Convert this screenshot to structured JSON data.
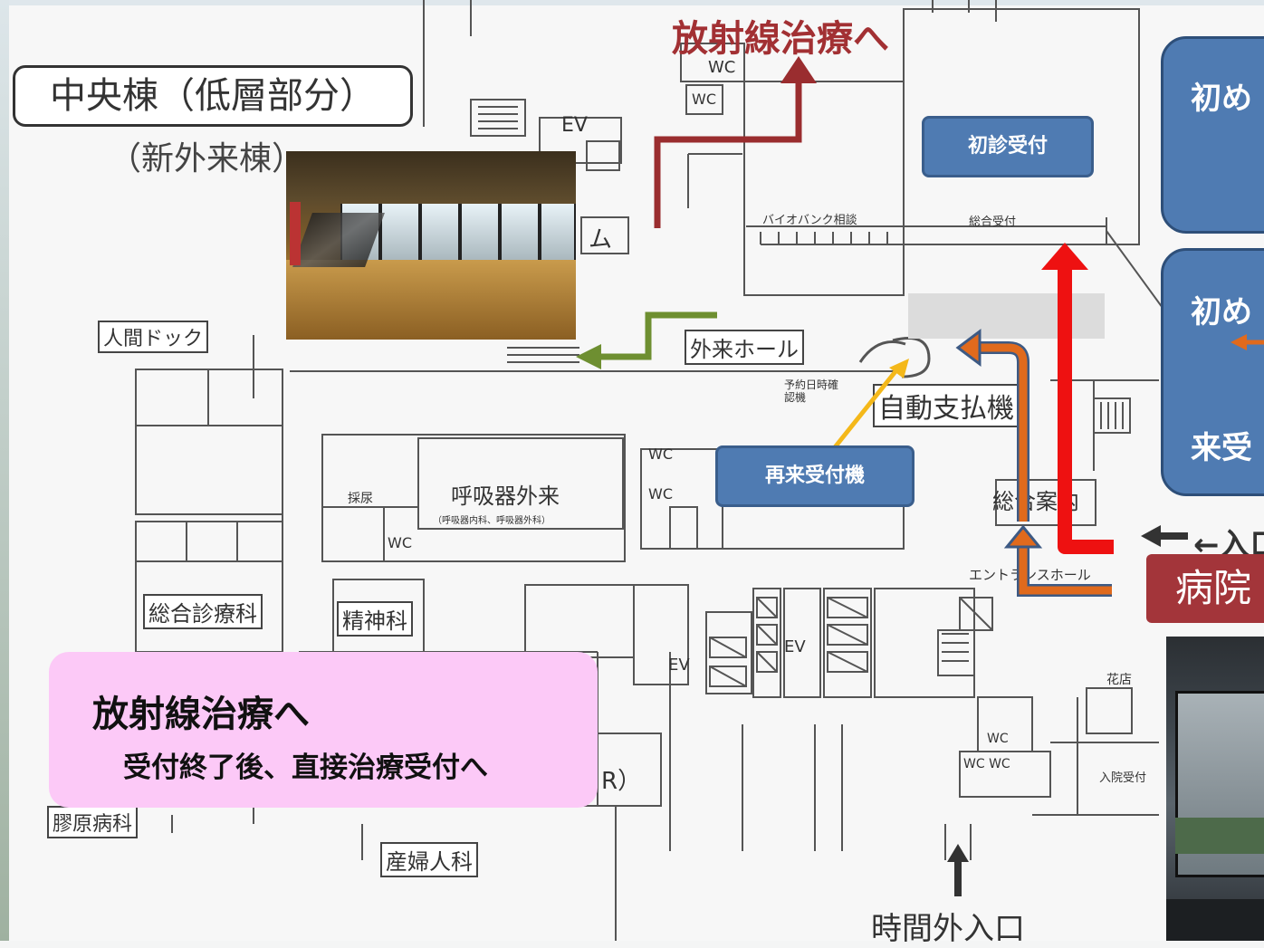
{
  "title": "中央棟（低層部分）",
  "subtitle": "（新外来棟）",
  "top_destination": "放射線治療へ",
  "callouts": {
    "first_visit_reception": "初診受付",
    "revisit_machine": "再来受付機"
  },
  "side_panels": {
    "panel1_text": "初め",
    "panel2_text": "初め",
    "panel2_bottom": "来受"
  },
  "entrance": {
    "arrow_label": "←入口",
    "hospital_label": "病院"
  },
  "note": {
    "title": "放射線治療へ",
    "body": "受付終了後、直接治療受付へ"
  },
  "night_entrance": "時間外入口",
  "floor_labels": {
    "wc1": "WC",
    "wc2": "WC",
    "ev_top": "EV",
    "room_m": "ム",
    "biobank": "バイオバンク相談",
    "general_reception": "総合受付",
    "dock": "人間ドック",
    "outpatient_hall": "外来ホール",
    "reservation_machine": "予約日時確認機",
    "auto_payment": "自動支払機",
    "respiratory": "呼吸器外来",
    "respiratory_sub": "（呼吸器内科、呼吸器外科）",
    "urine": "採尿",
    "wc3": "WC",
    "wc4": "WC",
    "wc5": "WC",
    "general_info": "総合案内",
    "entrance_hall": "エントランスホール",
    "general_medicine": "総合診療科",
    "psychiatry": "精神科",
    "ev_mid1": "EV",
    "ev_mid2": "EV",
    "flower_shop": "花店",
    "wc6": "WC",
    "wc7": "WC WC",
    "admission": "入院受付",
    "collagen": "膠原病科",
    "obgyn": "産婦人科",
    "r_label": "R）"
  },
  "colors": {
    "route_red": "#ee1111",
    "route_orange": "#e06a1d",
    "route_maroon": "#9a2d2f",
    "route_green": "#6e8f31",
    "route_yellow": "#f4b81a",
    "box_blue": "#4f7bb2",
    "note_pink": "#fcc9f7"
  }
}
